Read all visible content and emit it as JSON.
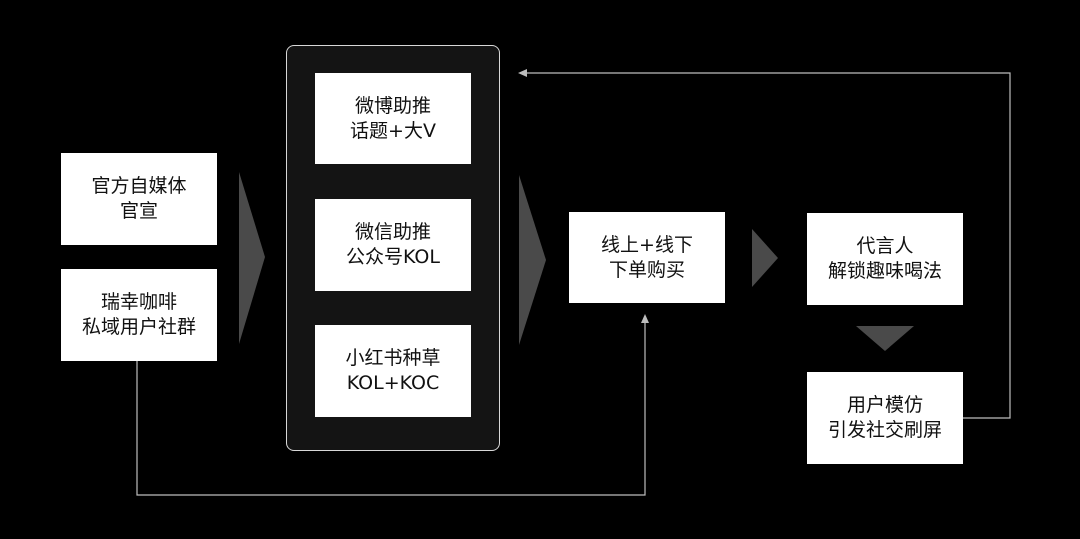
{
  "nodes": {
    "official_media": {
      "line1": "官方自媒体",
      "line2": "官宣"
    },
    "private_community": {
      "line1": "瑞幸咖啡",
      "line2": "私域用户社群"
    },
    "weibo": {
      "line1": "微博助推",
      "line2": "话题+大V"
    },
    "wechat": {
      "line1": "微信助推",
      "line2": "公众号KOL"
    },
    "xiaohongshu": {
      "line1": "小红书种草",
      "line2": "KOL+KOC"
    },
    "online_offline": {
      "line1": "线上+线下",
      "line2": "下单购买"
    },
    "spokesperson": {
      "line1": "代言人",
      "line2": "解锁趣味喝法"
    },
    "user_imitation": {
      "line1": "用户模仿",
      "line2": "引发社交刷屏"
    }
  },
  "colors": {
    "background": "#000000",
    "box": "#ffffff",
    "panel": "#141414",
    "panel_border": "#d8d8d8",
    "chevron": "#4a4a4a",
    "connector": "#bdbdbd"
  }
}
